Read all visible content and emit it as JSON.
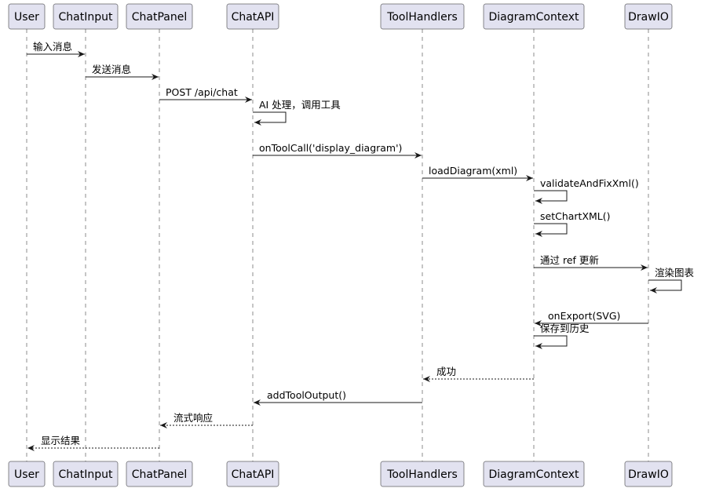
{
  "participants": [
    {
      "id": "user",
      "label": "User"
    },
    {
      "id": "chatinput",
      "label": "ChatInput"
    },
    {
      "id": "chatpanel",
      "label": "ChatPanel"
    },
    {
      "id": "chatapi",
      "label": "ChatAPI"
    },
    {
      "id": "toolhandlers",
      "label": "ToolHandlers"
    },
    {
      "id": "diagramcontext",
      "label": "DiagramContext"
    },
    {
      "id": "drawio",
      "label": "DrawIO"
    }
  ],
  "messages": [
    {
      "from": "user",
      "to": "chatinput",
      "label": "输入消息",
      "style": "solid"
    },
    {
      "from": "chatinput",
      "to": "chatpanel",
      "label": "发送消息",
      "style": "solid"
    },
    {
      "from": "chatpanel",
      "to": "chatapi",
      "label": "POST /api/chat",
      "style": "solid"
    },
    {
      "from": "chatapi",
      "to": "chatapi",
      "label": "AI 处理，调用工具",
      "style": "solid"
    },
    {
      "from": "chatapi",
      "to": "toolhandlers",
      "label": "onToolCall('display_diagram')",
      "style": "solid"
    },
    {
      "from": "toolhandlers",
      "to": "diagramcontext",
      "label": "loadDiagram(xml)",
      "style": "solid"
    },
    {
      "from": "diagramcontext",
      "to": "diagramcontext",
      "label": "validateAndFixXml()",
      "style": "solid"
    },
    {
      "from": "diagramcontext",
      "to": "diagramcontext",
      "label": "setChartXML()",
      "style": "solid"
    },
    {
      "from": "diagramcontext",
      "to": "drawio",
      "label": "通过 ref 更新",
      "style": "solid"
    },
    {
      "from": "drawio",
      "to": "drawio",
      "label": "渲染图表",
      "style": "solid"
    },
    {
      "from": "drawio",
      "to": "diagramcontext",
      "label": "onExport(SVG)",
      "style": "solid"
    },
    {
      "from": "diagramcontext",
      "to": "diagramcontext",
      "label": "保存到历史",
      "style": "solid"
    },
    {
      "from": "diagramcontext",
      "to": "toolhandlers",
      "label": "成功",
      "style": "dashed"
    },
    {
      "from": "toolhandlers",
      "to": "chatapi",
      "label": "addToolOutput()",
      "style": "solid"
    },
    {
      "from": "chatapi",
      "to": "chatpanel",
      "label": "流式响应",
      "style": "dashed"
    },
    {
      "from": "chatpanel",
      "to": "user",
      "label": "显示结果",
      "style": "dashed"
    }
  ]
}
